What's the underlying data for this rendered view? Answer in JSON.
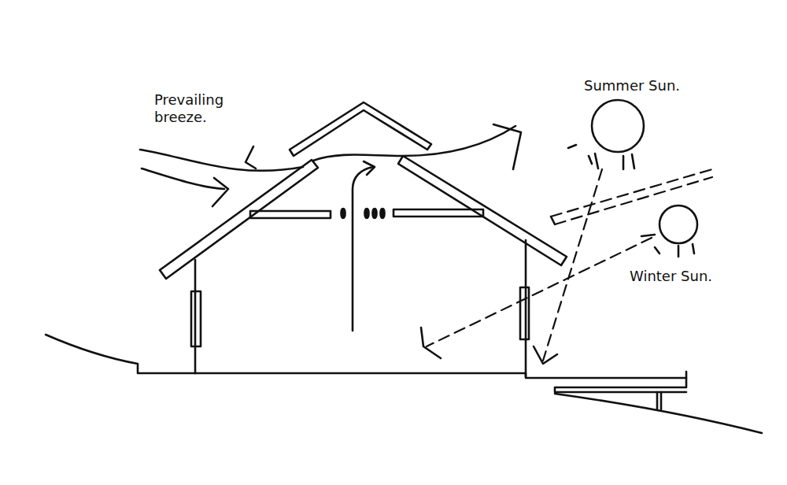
{
  "diagram": {
    "labels": [
      "Prevailing breeze.",
      "Summer Sun.",
      "Winter Sun."
    ]
  }
}
